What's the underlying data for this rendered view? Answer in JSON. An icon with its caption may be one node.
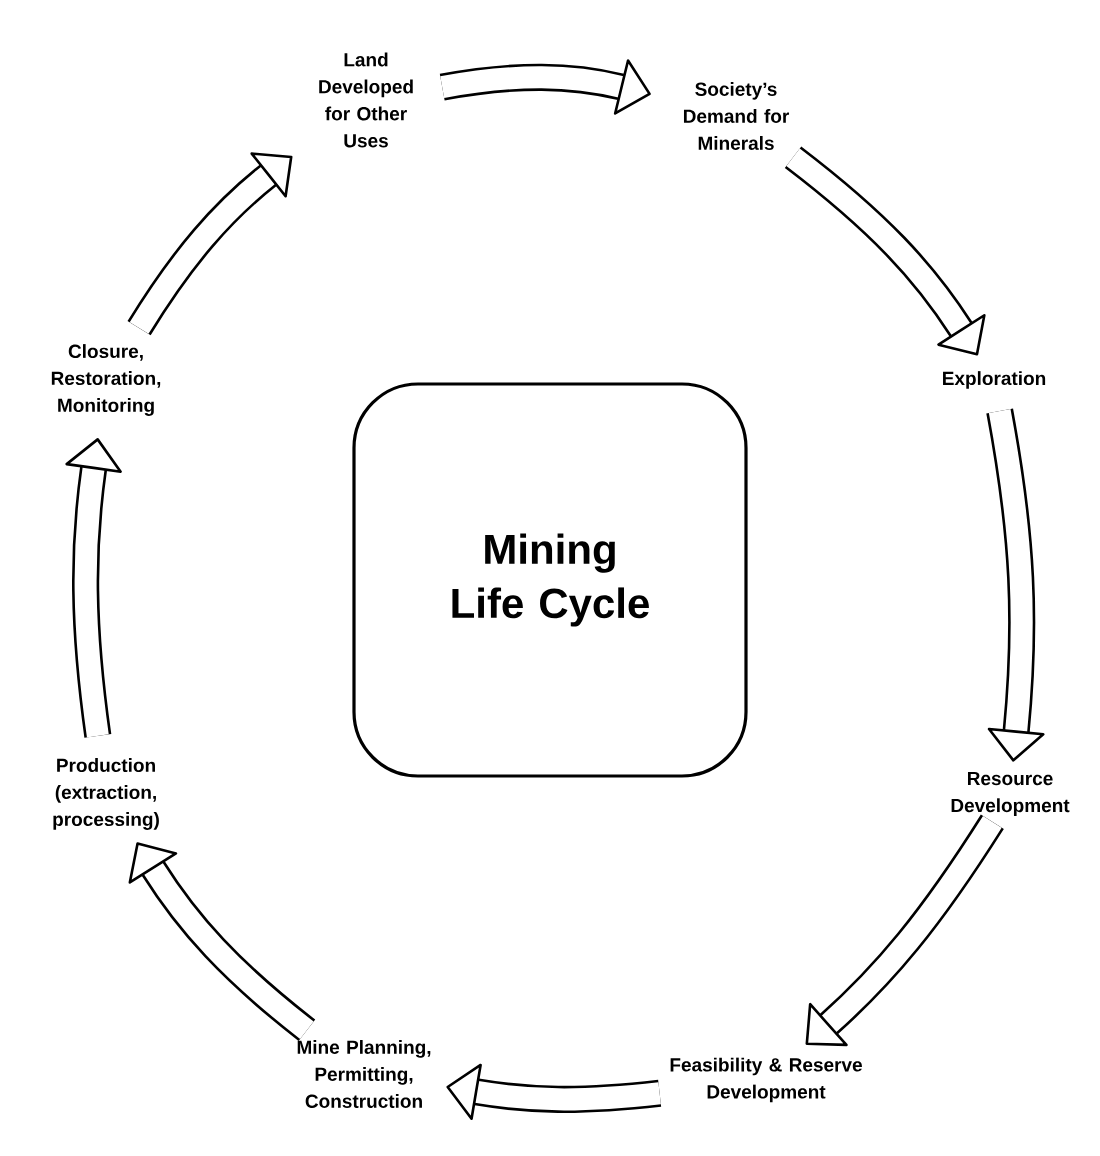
{
  "diagram": {
    "nodes": [
      {
        "text": [
          "Land Developed for Other Uses"
        ]
      },
      {
        "text": [
          "Society’s Demand for Minerals"
        ]
      },
      {
        "text": [
          "Exploration"
        ]
      },
      {
        "text": [
          "Resource Development"
        ]
      },
      {
        "text": [
          "Feasibility & Reserve Development"
        ]
      },
      {
        "text": [
          "Mine Planning, Permitting, Construction"
        ]
      },
      {
        "text": [
          "Production (extraction, processing)"
        ]
      },
      {
        "text": [
          "Closure, Restoration, Monitoring"
        ]
      },
      {
        "text": [
          "Mining Life Cycle"
        ]
      }
    ],
    "edges": [
      {
        "from": 0,
        "to": 1,
        "arrow": "to"
      },
      {
        "from": 1,
        "to": 2,
        "arrow": "to"
      },
      {
        "from": 2,
        "to": 3,
        "arrow": "to"
      },
      {
        "from": 3,
        "to": 4,
        "arrow": "to"
      },
      {
        "from": 4,
        "to": 5,
        "arrow": "to"
      },
      {
        "from": 5,
        "to": 6,
        "arrow": "to"
      },
      {
        "from": 6,
        "to": 7,
        "arrow": "to"
      },
      {
        "from": 7,
        "to": 0,
        "arrow": "to"
      }
    ]
  }
}
